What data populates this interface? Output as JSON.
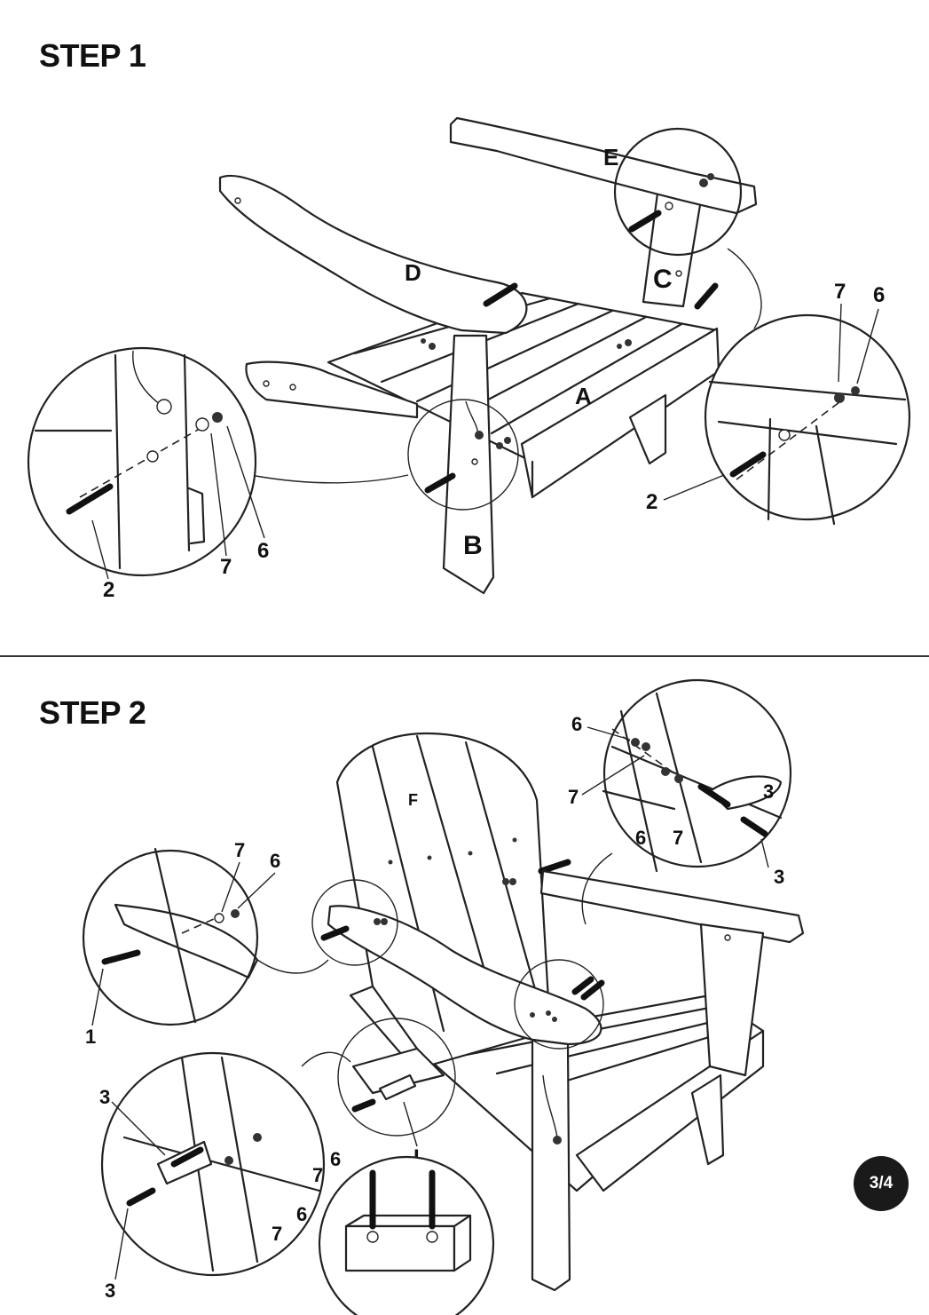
{
  "steps": [
    {
      "title": "STEP 1",
      "parts": {
        "a": "A",
        "b": "B",
        "c": "C",
        "d": "D",
        "e": "E"
      },
      "callouts": {
        "left_bolt": "2",
        "left_washer": "7",
        "left_nut": "6",
        "right_bolt": "2",
        "right_washer": "7",
        "right_nut": "6"
      }
    },
    {
      "title": "STEP 2",
      "parts": {
        "f": "F",
        "i": "I"
      },
      "callouts": {
        "tr_nut": "6",
        "tr_washer_a": "7",
        "tr_nut_b": "6",
        "tr_washer_b": "7",
        "tr_bolt_a": "3",
        "tr_bolt_b": "3",
        "l_washer": "7",
        "l_nut": "6",
        "l_bolt": "1",
        "bl_bolt_a": "3",
        "bl_nut_a": "6",
        "bl_washer_a": "7",
        "bl_nut_b": "6",
        "bl_washer_b": "7",
        "bl_bolt_b": "3"
      }
    }
  ],
  "page_number": "3/4"
}
